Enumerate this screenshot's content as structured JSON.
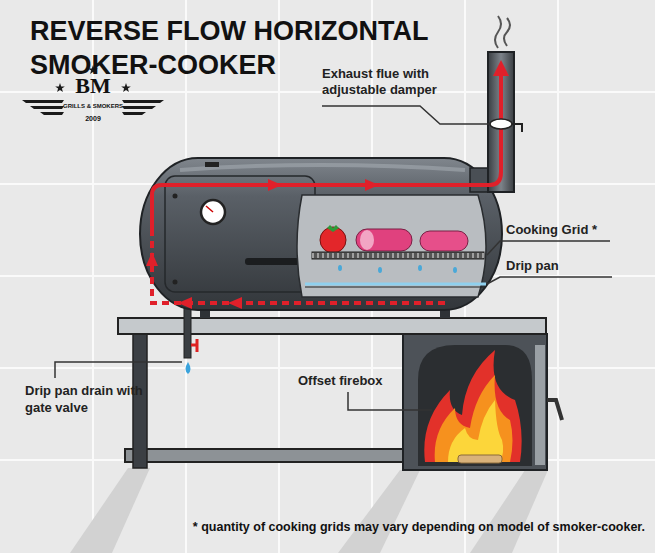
{
  "diagram": {
    "title": "REVERSE FLOW HORIZONTAL SMOKER-COOKER",
    "caption": "* quantity of cooking grids  may vary depending on model of smoker-cooker.",
    "labels": [
      "BM",
      "GRILLS & SMOKERS",
      "2009",
      "Exhaust flue with adjustable damper",
      "Cooking Grid *",
      "Drip pan",
      "Drip pan drain with gate valve",
      "Offset firebox"
    ]
  }
}
